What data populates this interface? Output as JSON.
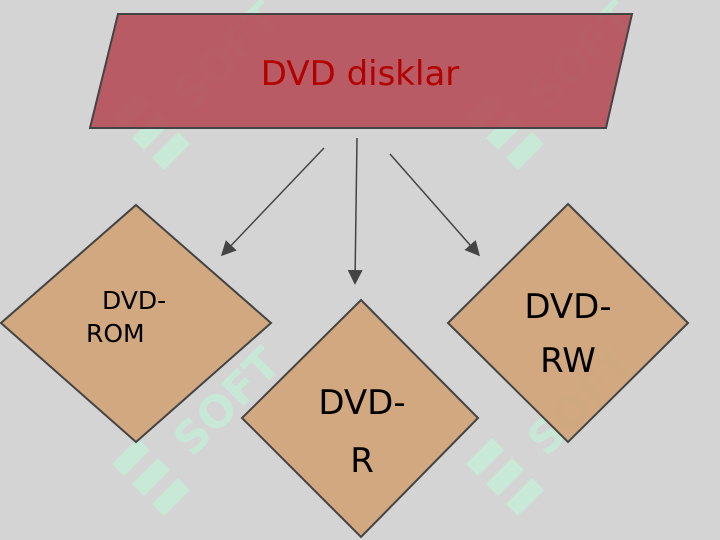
{
  "diagram": {
    "title": "DVD disklar",
    "nodes": [
      {
        "id": "rom",
        "lines": [
          "DVD-",
          "ROM"
        ]
      },
      {
        "id": "r",
        "lines": [
          "DVD-",
          "R"
        ]
      },
      {
        "id": "rw",
        "lines": [
          "DVD-",
          "RW"
        ]
      }
    ],
    "edges": [
      {
        "from": "title",
        "to": "rom"
      },
      {
        "from": "title",
        "to": "r"
      },
      {
        "from": "title",
        "to": "rw"
      }
    ]
  },
  "watermark": {
    "text": "SOFT",
    "mark": "JJ"
  },
  "colors": {
    "background": "#d4d4d4",
    "title_fill": "#b5505b",
    "title_text": "#b30000",
    "node_fill": "#d0a57c",
    "stroke": "#444444",
    "watermark": "#c7ead8"
  }
}
